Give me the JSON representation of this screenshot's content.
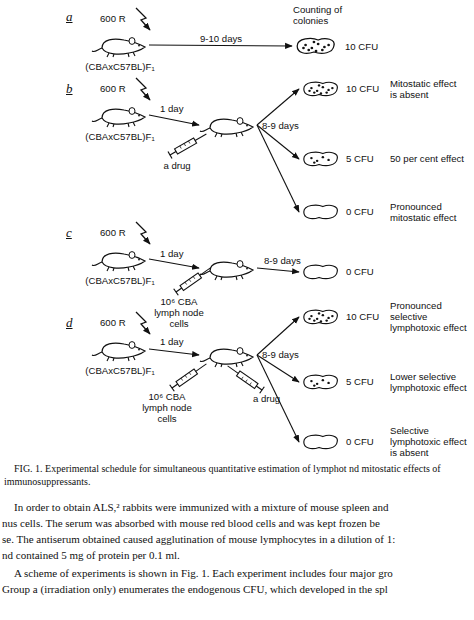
{
  "diagram": {
    "caption": "FIG. 1. Experimental schedule for simultaneous quantitative estimation of lymphot nd mitostatic effects of immunosuppressants.",
    "nodes": [
      {
        "text": [
          "600 R",
          "(CBAxC57BL)F₁"
        ]
      },
      {
        "text": [
          "Counting of colonies",
          "10 CFU"
        ]
      },
      {
        "text": [
          "600 R",
          "(CBAxC57BL)F₁"
        ]
      },
      {
        "text": [
          "a drug"
        ]
      },
      {
        "text": [
          "10 CFU",
          "Mitostatic effect is absent"
        ]
      },
      {
        "text": [
          "5 CFU",
          "50 per cent effect"
        ]
      },
      {
        "text": [
          "0 CFU",
          "Pronounced mitostatic effect"
        ]
      },
      {
        "text": [
          "600 R",
          "(CBAxC57BL)F₁"
        ]
      },
      {
        "text": [
          "10⁶ CBA lymph node cells"
        ]
      },
      {
        "text": [
          "0 CFU"
        ]
      },
      {
        "text": [
          "600 R",
          "(CBAxC57BL)F₁"
        ]
      },
      {
        "text": [
          "10⁶ CBA lymph node cells",
          "a drug"
        ]
      },
      {
        "text": [
          "10 CFU",
          "Pronounced selective lymphotoxic effect"
        ]
      },
      {
        "text": [
          "5 CFU",
          "Lower selective lymphotoxic effect"
        ]
      },
      {
        "text": [
          "0 CFU",
          "Selective lymphotoxic effect is absent"
        ]
      }
    ],
    "edges": [
      {
        "from": 0,
        "to": 1,
        "arrow": "to",
        "label": "9-10 days"
      },
      {
        "from": 2,
        "to": 3,
        "arrow": "to",
        "label": "1 day"
      },
      {
        "from": 3,
        "to": 4,
        "arrow": "to",
        "label": "8-9 days"
      },
      {
        "from": 3,
        "to": 5,
        "arrow": "to"
      },
      {
        "from": 3,
        "to": 6,
        "arrow": "to"
      },
      {
        "from": 7,
        "to": 8,
        "arrow": "to",
        "label": "1 day"
      },
      {
        "from": 8,
        "to": 9,
        "arrow": "to",
        "label": "8-9 days"
      },
      {
        "from": 10,
        "to": 11,
        "arrow": "to",
        "label": "1 day"
      },
      {
        "from": 11,
        "to": 12,
        "arrow": "to",
        "label": "8-9 days"
      },
      {
        "from": 11,
        "to": 13,
        "arrow": "to"
      },
      {
        "from": 11,
        "to": 14,
        "arrow": "to"
      }
    ],
    "labels": [
      "a",
      "b",
      "c",
      "d",
      "In order to obtain ALS,² rabbits were immunized with a mixture of mouse spleen and",
      "nus cells. The serum was absorbed with mouse red blood cells and was kept frozen be",
      "se. The antiserum obtained caused agglutination of mouse lymphocytes in a dilution of 1:",
      "nd contained 5 mg of protein per 0.1 ml.",
      "A scheme of experiments is shown in Fig. 1. Each experiment includes four major gro",
      "Group a (irradiation only) enumerates the endogenous CFU, which developed in the spl"
    ]
  }
}
